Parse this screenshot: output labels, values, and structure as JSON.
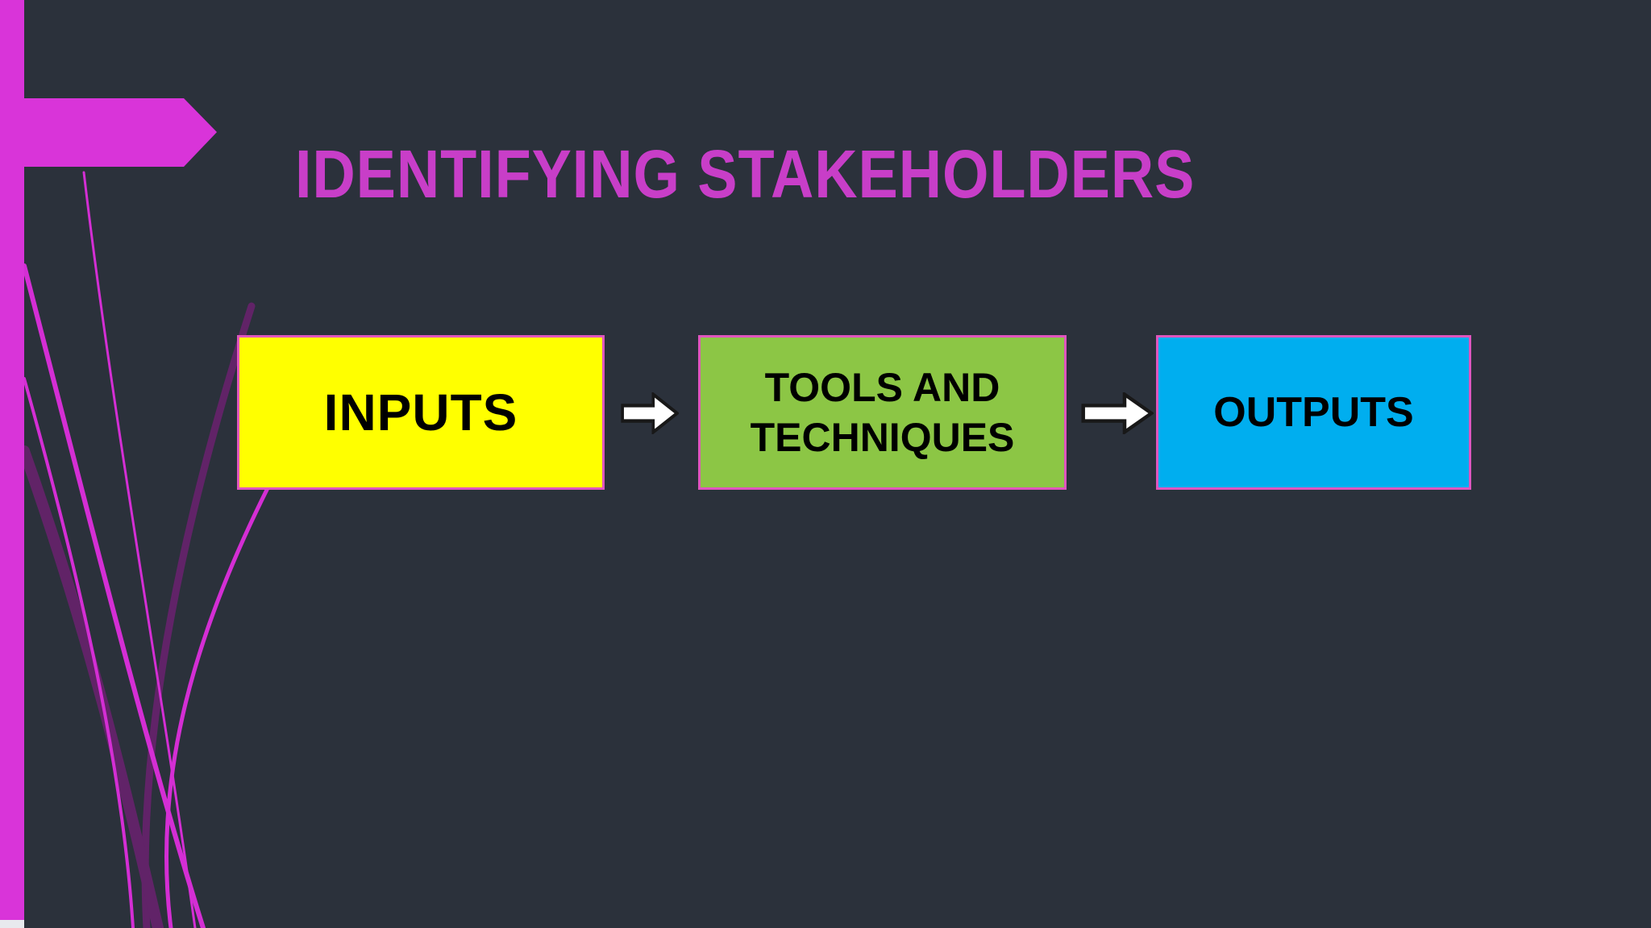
{
  "slide": {
    "title": "IDENTIFYING STAKEHOLDERS",
    "background_color": "#2B313B",
    "title_color": "#C83EC8",
    "accent_color": "#D934D9",
    "swoosh_bright_color": "#D42ED4",
    "swoosh_dark_color": "#6B2170",
    "bottom_notch_color": "#E8E9EE"
  },
  "diagram": {
    "boxes": [
      {
        "label": "INPUTS",
        "fill": "#FFFF00",
        "border": "#E055BE",
        "text_color": "#000000"
      },
      {
        "label": "TOOLS AND TECHNIQUES",
        "fill": "#8CC645",
        "border": "#E055BE",
        "text_color": "#000000"
      },
      {
        "label": "OUTPUTS",
        "fill": "#00AEEF",
        "border": "#E055BE",
        "text_color": "#000000"
      }
    ],
    "arrow_fill": "#FFFFFF",
    "arrow_outline": "#181818"
  },
  "icons": {
    "title_pointer": "right-pointing pentagon accent",
    "flow_arrow": "right block arrow"
  }
}
